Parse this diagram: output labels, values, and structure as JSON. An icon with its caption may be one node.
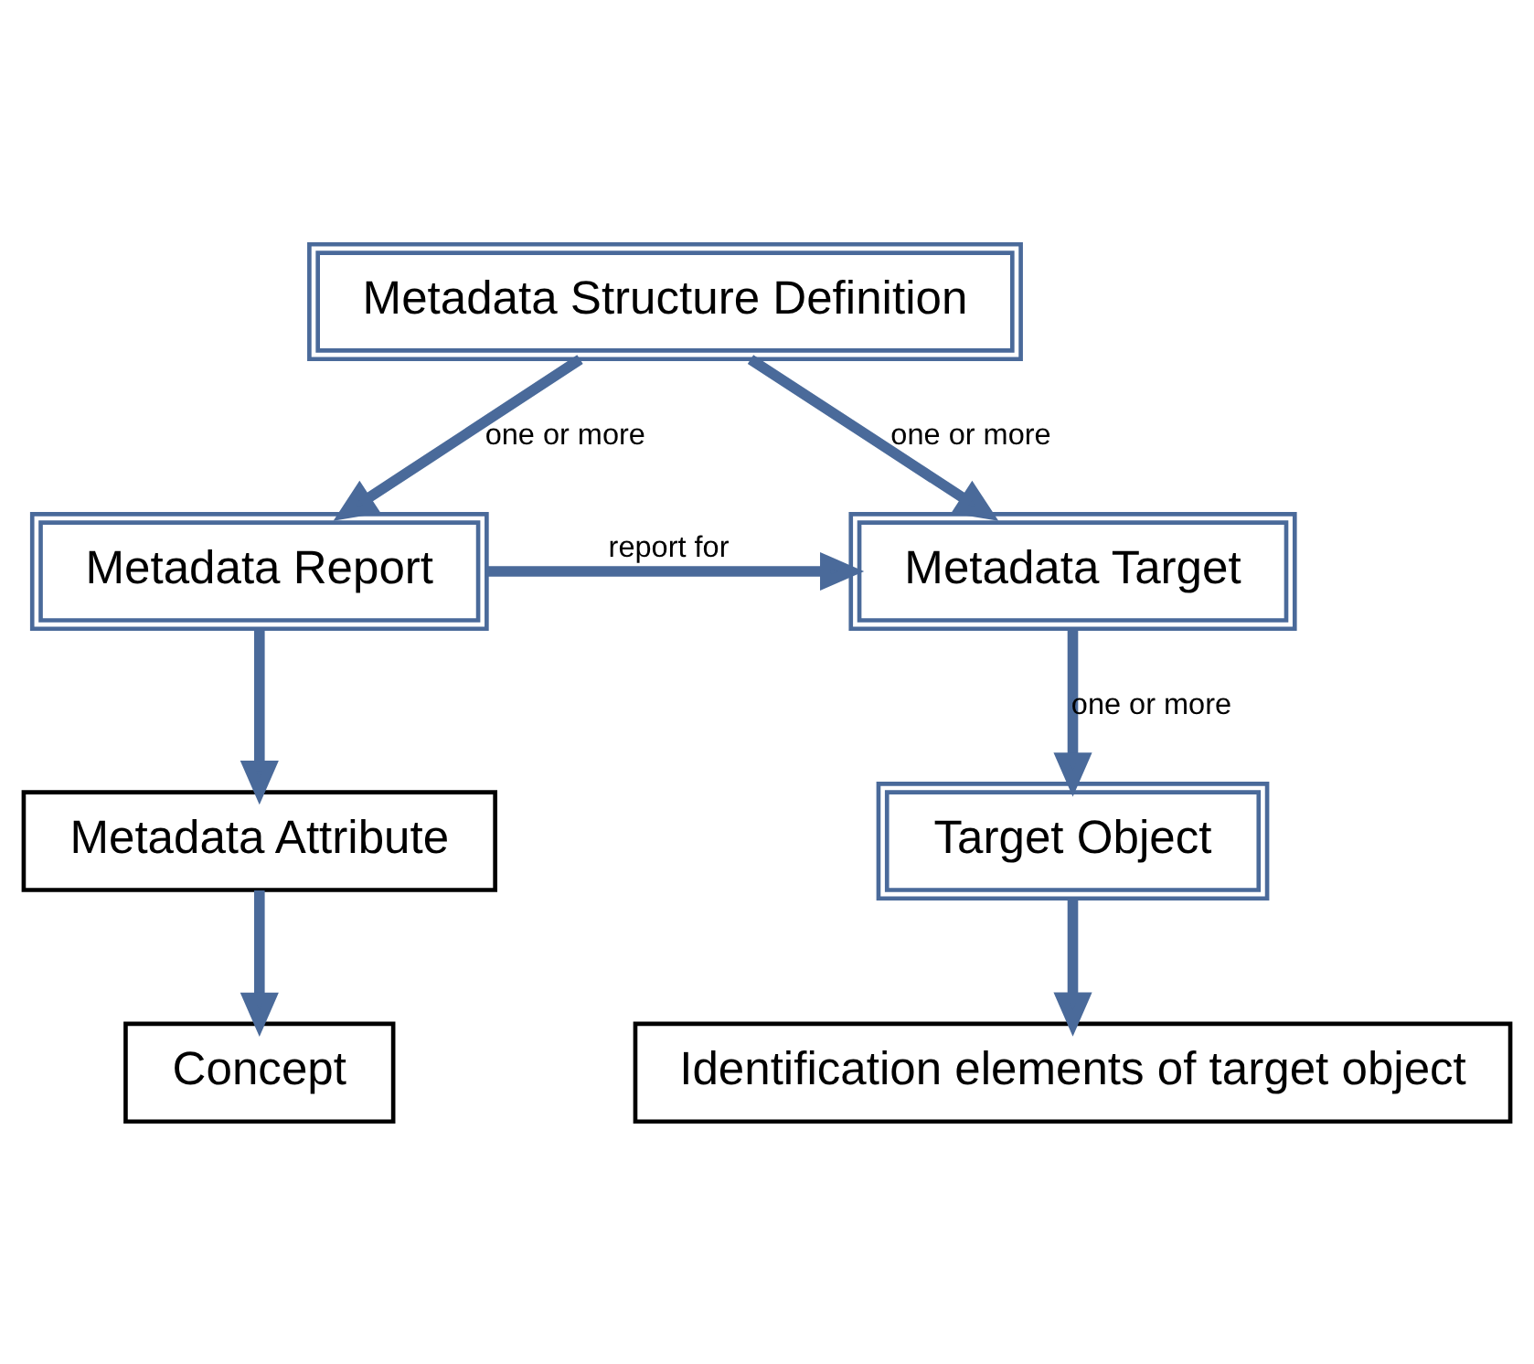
{
  "diagram": {
    "nodes": [
      {
        "text": [
          "Metadata Structure Definition"
        ]
      },
      {
        "text": [
          "Metadata Report"
        ]
      },
      {
        "text": [
          "Metadata Target"
        ]
      },
      {
        "text": [
          "Metadata Attribute"
        ]
      },
      {
        "text": [
          "Target Object"
        ]
      },
      {
        "text": [
          "Concept"
        ]
      },
      {
        "text": [
          "Identification elements of target object"
        ]
      }
    ],
    "edges": [
      {
        "from": 0,
        "to": 1,
        "arrow": "to",
        "label": "one or more"
      },
      {
        "from": 0,
        "to": 2,
        "arrow": "to",
        "label": "one or more"
      },
      {
        "from": 1,
        "to": 2,
        "arrow": "to",
        "label": "report for"
      },
      {
        "from": 1,
        "to": 3,
        "arrow": "to"
      },
      {
        "from": 2,
        "to": 4,
        "arrow": "to",
        "label": "one or more"
      },
      {
        "from": 3,
        "to": 5,
        "arrow": "to"
      },
      {
        "from": 4,
        "to": 6,
        "arrow": "to"
      }
    ]
  }
}
